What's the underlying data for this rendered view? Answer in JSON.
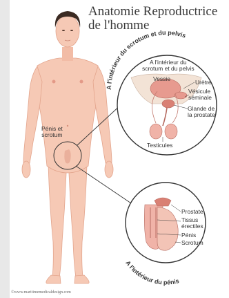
{
  "title_line1": "Anatomie Reproductrice",
  "title_line2": "de l'homme",
  "body_label": [
    "Pénis et",
    "scrotum"
  ],
  "circle_top": {
    "arc_label": "A l'intérieur du scrotum et du pelvis",
    "inner_title": [
      "A l'intérieur du",
      "scrotum et du pelvis"
    ],
    "labels": {
      "vessie": "Vessie",
      "uretre": "Urètre",
      "vesicule": [
        "Vésicule",
        "séminale"
      ],
      "glande": [
        "Glande de",
        "la prostate"
      ],
      "testicules": "Testicules"
    }
  },
  "circle_bottom": {
    "arc_label": "A l'intérieur du pénis",
    "labels": {
      "prostate": "Prostate",
      "tissus": [
        "Tissus",
        "érectiles"
      ],
      "penis": "Pénis",
      "scrotum": "Scrotum"
    }
  },
  "credit": "©www.maritimemedicaldesign.com",
  "colors": {
    "skin": "#f6c9b5",
    "skin_shade": "#e9a991",
    "hair": "#3b2a22",
    "organ": "#e79a8f",
    "circle_stroke": "#333333"
  }
}
